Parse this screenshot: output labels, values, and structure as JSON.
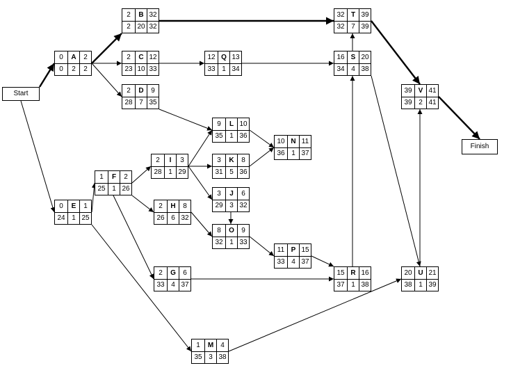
{
  "start_label": "Start",
  "finish_label": "Finish",
  "tasks": {
    "A": {
      "es": "0",
      "ls": "0",
      "dur": "2",
      "ef": "2",
      "lf": "2"
    },
    "B": {
      "es": "2",
      "ls": "2",
      "dur": "20",
      "ef": "32",
      "lf": "32"
    },
    "C": {
      "es": "2",
      "ls": "23",
      "dur": "10",
      "ef": "12",
      "lf": "33"
    },
    "D": {
      "es": "2",
      "ls": "28",
      "dur": "7",
      "ef": "9",
      "lf": "35"
    },
    "E": {
      "es": "0",
      "ls": "24",
      "dur": "1",
      "ef": "1",
      "lf": "25"
    },
    "F": {
      "es": "1",
      "ls": "25",
      "dur": "1",
      "ef": "2",
      "lf": "26"
    },
    "G": {
      "es": "2",
      "ls": "33",
      "dur": "4",
      "ef": "6",
      "lf": "37"
    },
    "H": {
      "es": "2",
      "ls": "26",
      "dur": "6",
      "ef": "8",
      "lf": "32"
    },
    "I": {
      "es": "2",
      "ls": "28",
      "dur": "1",
      "ef": "3",
      "lf": "29"
    },
    "J": {
      "es": "3",
      "ls": "29",
      "dur": "3",
      "ef": "6",
      "lf": "32"
    },
    "K": {
      "es": "3",
      "ls": "31",
      "dur": "5",
      "ef": "8",
      "lf": "36"
    },
    "L": {
      "es": "9",
      "ls": "35",
      "dur": "1",
      "ef": "10",
      "lf": "36"
    },
    "M": {
      "es": "1",
      "ls": "35",
      "dur": "3",
      "ef": "4",
      "lf": "38"
    },
    "N": {
      "es": "10",
      "ls": "36",
      "dur": "1",
      "ef": "11",
      "lf": "37"
    },
    "O": {
      "es": "8",
      "ls": "32",
      "dur": "1",
      "ef": "9",
      "lf": "33"
    },
    "P": {
      "es": "11",
      "ls": "33",
      "dur": "4",
      "ef": "15",
      "lf": "37"
    },
    "Q": {
      "es": "12",
      "ls": "33",
      "dur": "1",
      "ef": "13",
      "lf": "34"
    },
    "R": {
      "es": "15",
      "ls": "37",
      "dur": "1",
      "ef": "16",
      "lf": "38"
    },
    "S": {
      "es": "16",
      "ls": "34",
      "dur": "4",
      "ef": "20",
      "lf": "38"
    },
    "T": {
      "es": "32",
      "ls": "32",
      "dur": "7",
      "ef": "39",
      "lf": "39"
    },
    "U": {
      "es": "20",
      "ls": "38",
      "dur": "1",
      "ef": "21",
      "lf": "39"
    },
    "V": {
      "es": "39",
      "ls": "39",
      "dur": "2",
      "ef": "41",
      "lf": "41"
    }
  },
  "dependencies": [
    {
      "from": "Start",
      "to": "A",
      "critical": true
    },
    {
      "from": "Start",
      "to": "E",
      "critical": false
    },
    {
      "from": "A",
      "to": "B",
      "critical": true
    },
    {
      "from": "A",
      "to": "C",
      "critical": false
    },
    {
      "from": "A",
      "to": "D",
      "critical": false
    },
    {
      "from": "B",
      "to": "T",
      "critical": true
    },
    {
      "from": "C",
      "to": "Q",
      "critical": false
    },
    {
      "from": "Q",
      "to": "S",
      "critical": false
    },
    {
      "from": "D",
      "to": "L",
      "critical": false
    },
    {
      "from": "E",
      "to": "F",
      "critical": false
    },
    {
      "from": "E",
      "to": "M",
      "critical": false
    },
    {
      "from": "F",
      "to": "I",
      "critical": false
    },
    {
      "from": "F",
      "to": "H",
      "critical": false
    },
    {
      "from": "F",
      "to": "G",
      "critical": false
    },
    {
      "from": "I",
      "to": "L",
      "critical": false
    },
    {
      "from": "I",
      "to": "K",
      "critical": false
    },
    {
      "from": "I",
      "to": "J",
      "critical": false
    },
    {
      "from": "L",
      "to": "N",
      "critical": false
    },
    {
      "from": "K",
      "to": "N",
      "critical": false
    },
    {
      "from": "J",
      "to": "O",
      "critical": false
    },
    {
      "from": "H",
      "to": "O",
      "critical": false
    },
    {
      "from": "O",
      "to": "P",
      "critical": false
    },
    {
      "from": "P",
      "to": "R",
      "critical": false
    },
    {
      "from": "G",
      "to": "R",
      "critical": false
    },
    {
      "from": "R",
      "to": "S",
      "critical": false
    },
    {
      "from": "S",
      "to": "T",
      "critical": false
    },
    {
      "from": "S",
      "to": "U",
      "critical": false
    },
    {
      "from": "M",
      "to": "U",
      "critical": false
    },
    {
      "from": "U",
      "to": "V",
      "critical": false
    },
    {
      "from": "T",
      "to": "V",
      "critical": true
    },
    {
      "from": "V",
      "to": "Finish",
      "critical": true
    }
  ]
}
